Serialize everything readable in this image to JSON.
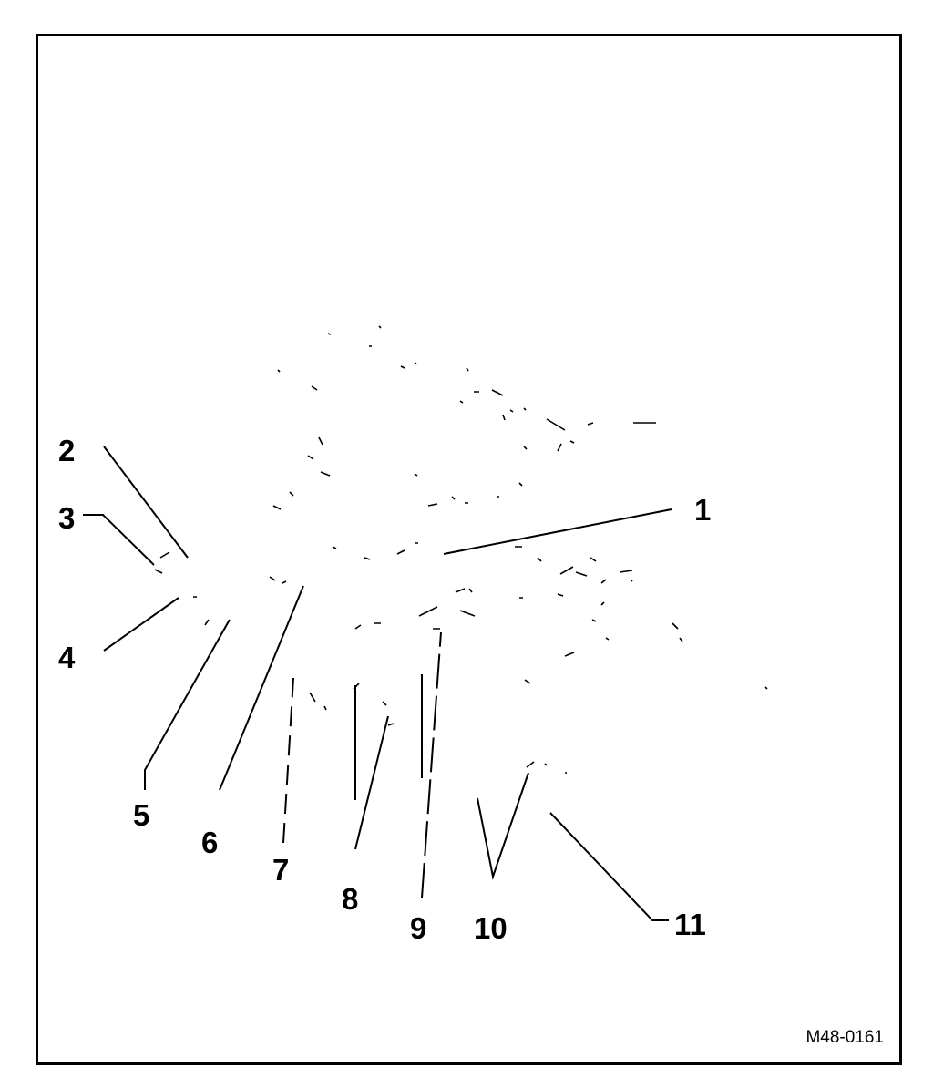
{
  "figure": {
    "number": "M48-0161",
    "border_color": "#000000"
  },
  "callouts": [
    "1",
    "2",
    "3",
    "4",
    "5",
    "6",
    "7",
    "8",
    "9",
    "10",
    "11"
  ]
}
